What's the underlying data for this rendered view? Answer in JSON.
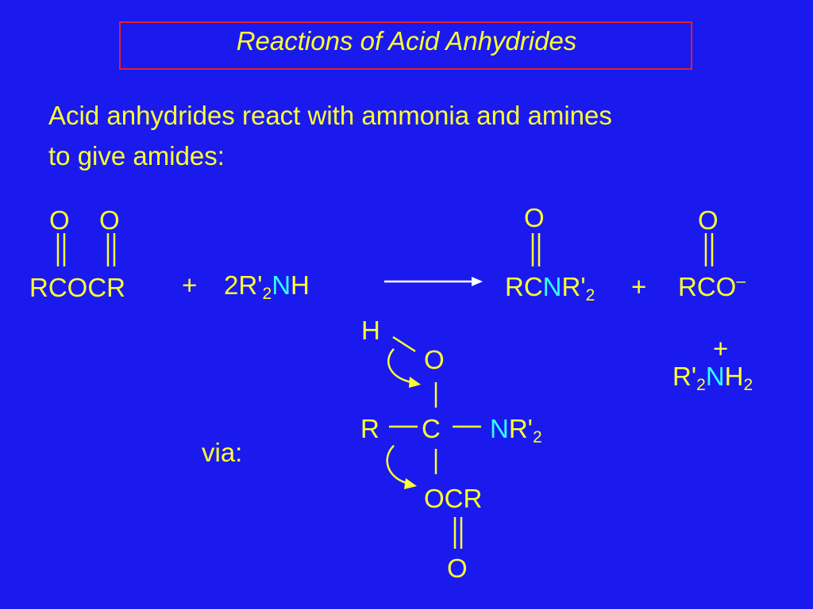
{
  "title": "Reactions of Acid Anhydrides",
  "intro": {
    "line1": "Acid anhydrides react with ammonia and amines",
    "line2": "to give amides:"
  },
  "equation": {
    "reactant1": {
      "o_left": "O",
      "o_right": "O",
      "formula": "RCOCR"
    },
    "plus1": "+",
    "reactant2": {
      "coef": "2R'",
      "sub": "2",
      "n": "N",
      "h": "H"
    },
    "product1": {
      "o": "O",
      "rc": "RC",
      "n": "N",
      "r": "R'",
      "sub": "2"
    },
    "plus2": "+",
    "product2": {
      "o": "O",
      "rco": "RCO",
      "charge": "–"
    },
    "product3": {
      "plus": "+",
      "r": "R'",
      "sub1": "2",
      "n": "N",
      "h": "H",
      "sub2": "2"
    }
  },
  "intermediate": {
    "via_label": "via:",
    "h": "H",
    "o_top": "O",
    "r": "R",
    "c": "C",
    "n": "N",
    "nr": "R'",
    "sub": "2",
    "ocr": "OCR",
    "o_bottom": "O"
  },
  "colors": {
    "background": "#1a1aee",
    "text": "#ffff33",
    "nitrogen": "#33ffff",
    "title_border": "#e0202a",
    "arrow": "#ffffff"
  }
}
